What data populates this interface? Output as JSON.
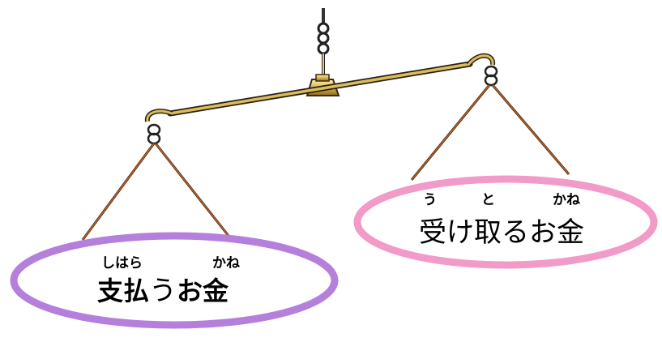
{
  "left_pan": {
    "ruby_1": "しはら",
    "ruby_2": "かね",
    "label_bold": "支払",
    "label_light": "う",
    "label_rest": "お金",
    "ring_color": "#b57fdc"
  },
  "right_pan": {
    "ruby_1": "う",
    "ruby_2": "と",
    "ruby_3": "かね",
    "label": "受け取るお金",
    "ring_color": "#f29bc9"
  },
  "scale": {
    "metal_color": "#c9a94a",
    "rope_color": "#9b4a1c"
  }
}
